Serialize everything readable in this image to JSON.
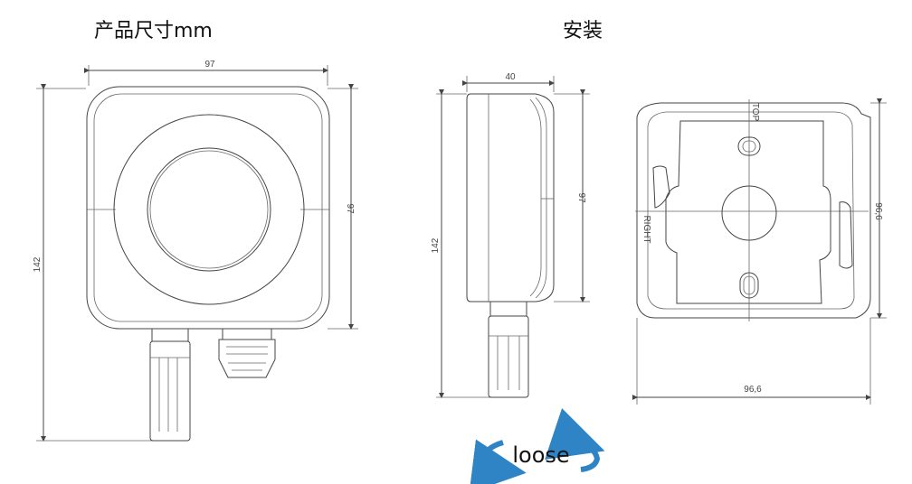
{
  "titles": {
    "product_dimensions": "产品尺寸mm",
    "installation": "安装"
  },
  "dimensions": {
    "front_width": "97",
    "front_height": "97",
    "total_height": "142",
    "side_depth": "40",
    "side_height": "97",
    "side_total": "142",
    "mount_width": "96,6",
    "mount_height": "96,6"
  },
  "labels": {
    "top": "TOP",
    "right": "RIGHT",
    "loose": "loose"
  },
  "colors": {
    "arrow": "#2f84c6",
    "line": "#444444"
  }
}
